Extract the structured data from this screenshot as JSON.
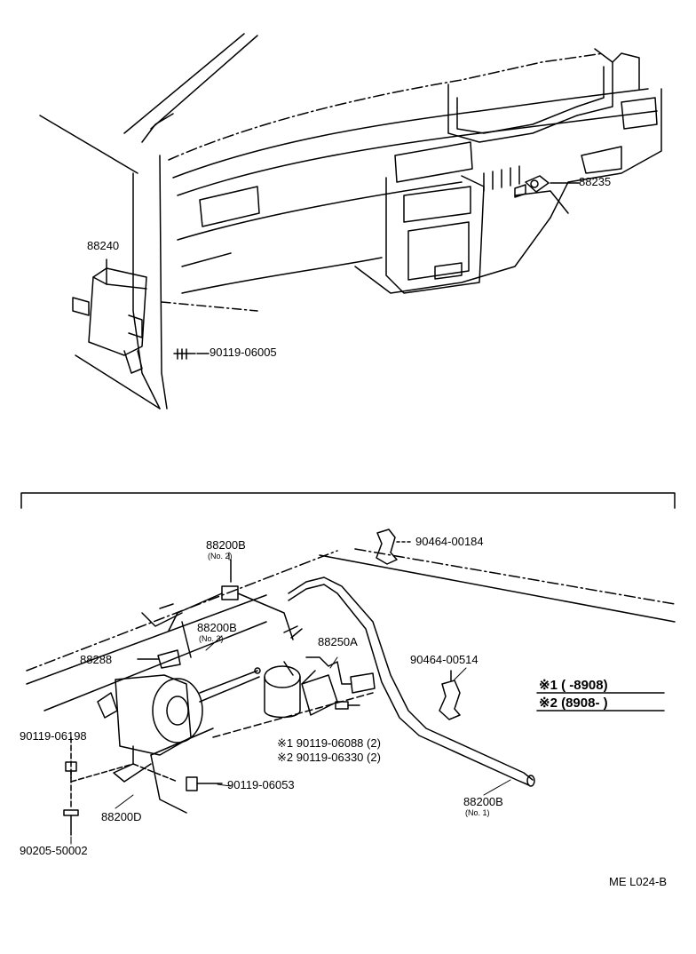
{
  "parts": {
    "p88235": "88235",
    "p88240": "88240",
    "p90119_06005": "90119-06005",
    "p88200B_no2": "88200B",
    "p88200B_no2_sub": "(No. 2)",
    "p90464_00184": "90464-00184",
    "p88288": "88288",
    "p88200B_no3": "88200B",
    "p88200B_no3_sub": "(No. 3)",
    "p88250A": "88250A",
    "p90464_00514": "90464-00514",
    "p90119_06198": "90119-06198",
    "p90119_06088": "※1 90119-06088 (2)",
    "p90119_06330": "※2 90119-06330 (2)",
    "p90119_06053": "90119-06053",
    "p88200B_no1": "88200B",
    "p88200B_no1_sub": "(No. 1)",
    "p88200D": "88200D",
    "p90205_50002": "90205-50002"
  },
  "legend": {
    "row1": "※1 (      -8908)",
    "row2": "※2 (8908-       )"
  },
  "reference": "ME L024-B"
}
